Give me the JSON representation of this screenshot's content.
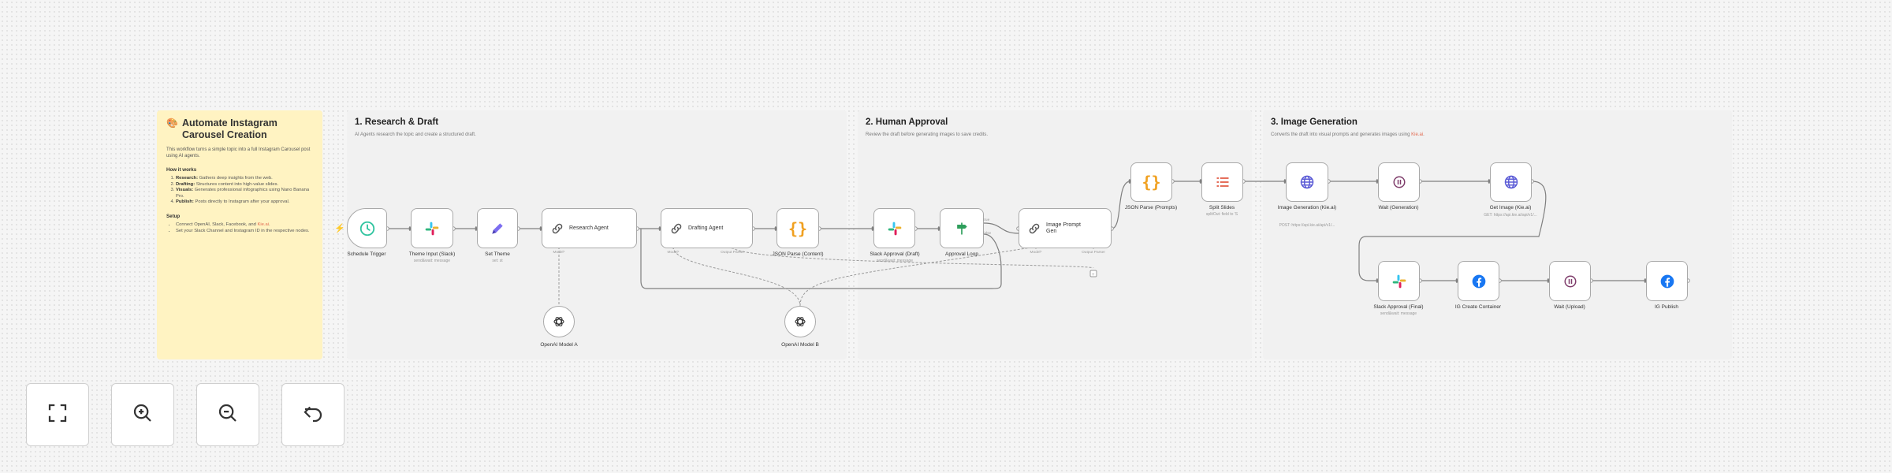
{
  "canvas": {
    "main_note": {
      "emoji": "🎨",
      "title": "Automate Instagram Carousel Creation",
      "intro": "This workflow turns a simple topic into a full Instagram Carousel post using AI agents.",
      "how_heading": "How it works",
      "steps": [
        {
          "bold": "Research:",
          "text": " Gathers deep insights from the web."
        },
        {
          "bold": "Drafting:",
          "text": " Structures content into high-value slides."
        },
        {
          "bold": "Visuals:",
          "text": " Generates professional infographics using Nano Banana Pro."
        },
        {
          "bold": "Publish:",
          "text": " Posts directly to Instagram after your approval."
        }
      ],
      "setup_heading": "Setup",
      "setup_items": [
        {
          "text": "Connect OpenAI, Slack, Facebook, and ",
          "link": "Kie.ai",
          "after": "."
        },
        {
          "text": "Set your Slack Channel and Instagram ID in the respective nodes.",
          "link": "",
          "after": ""
        }
      ]
    },
    "sections": [
      {
        "title": "1. Research & Draft",
        "desc": "AI Agents research the topic and create a structured draft."
      },
      {
        "title": "2. Human Approval",
        "desc": "Review the draft before generating images to save credits."
      },
      {
        "title": "3. Image Generation",
        "desc": "Converts the draft into visual prompts and generates images using ",
        "link": "Kie.ai",
        "after": "."
      }
    ],
    "nodes": {
      "schedule_trigger": {
        "label": "Schedule Trigger",
        "icon": "clock-icon"
      },
      "theme_input": {
        "label": "Theme Input (Slack)",
        "sub": "send&wait: message",
        "icon": "slack-icon"
      },
      "set_theme": {
        "label": "Set Theme",
        "sub": "set: st",
        "icon": "pencil-icon"
      },
      "research_agent": {
        "label": "Research Agent",
        "port": "Model*",
        "icon": "link-icon"
      },
      "openai_a": {
        "label": "OpenAI Model A",
        "icon": "openai-icon"
      },
      "drafting_agent": {
        "label": "Drafting Agent",
        "port_model": "Model*",
        "port_parser": "Output Parser",
        "icon": "link-icon"
      },
      "json_parse_content": {
        "label": "JSON Parse (Content)",
        "icon": "braces-icon"
      },
      "openai_b": {
        "label": "OpenAI Model B",
        "icon": "openai-icon"
      },
      "slack_approval_draft": {
        "label": "Slack Approval (Draft)",
        "sub": "send&wait: message",
        "icon": "slack-icon"
      },
      "approval_loop": {
        "label": "Approval Loop",
        "icon": "signpost-icon",
        "out_true": "true",
        "out_false": "false"
      },
      "image_prompt_gen": {
        "label": "Image Prompt Gen",
        "port_model": "Model*",
        "port_parser": "Output Parser",
        "icon": "link-icon"
      },
      "json_parse_prompts": {
        "label": "JSON Parse (Prompts)",
        "icon": "braces-icon"
      },
      "split_slides": {
        "label": "Split Slides",
        "sub": "splitOut: field to 'S",
        "icon": "list-icon"
      },
      "image_generation": {
        "label": "Image Generation (Kie.ai)",
        "sub": "POST: https://api.kie.ai/api/v1/...",
        "icon": "globe-icon"
      },
      "wait_generation": {
        "label": "Wait (Generation)",
        "icon": "pause-icon"
      },
      "get_image": {
        "label": "Get Image (Kie.ai)",
        "sub": "GET: https://api.kie.ai/api/v1/...",
        "icon": "globe-icon"
      },
      "slack_approval_final": {
        "label": "Slack Approval (Final)",
        "sub": "send&wait: message",
        "icon": "slack-icon"
      },
      "ig_create_container": {
        "label": "IG Create Container",
        "icon": "facebook-icon"
      },
      "wait_upload": {
        "label": "Wait (Upload)",
        "icon": "pause-icon"
      },
      "ig_publish": {
        "label": "IG Publish",
        "icon": "facebook-icon"
      }
    }
  },
  "toolbar": [
    {
      "name": "zoom-to-fit-button",
      "icon": "fit-view-icon",
      "title": "Zoom to Fit"
    },
    {
      "name": "zoom-in-button",
      "icon": "zoom-in-icon",
      "title": "Zoom In"
    },
    {
      "name": "zoom-out-button",
      "icon": "zoom-out-icon",
      "title": "Zoom Out"
    },
    {
      "name": "reset-zoom-button",
      "icon": "undo-icon",
      "title": "Reset Zoom"
    }
  ],
  "colors": {
    "canvas_bg": "#f5f5f5",
    "main_note_bg": "#fff3c2",
    "section_bg": "#f1f1f1",
    "node_border": "#a9a9a9",
    "edge": "#7f7f7f",
    "accent_link": "#e26a50",
    "trigger_bolt": "#ff6d5a",
    "facebook_blue": "#1877f2",
    "wait_purple": "#7f3d6b"
  }
}
